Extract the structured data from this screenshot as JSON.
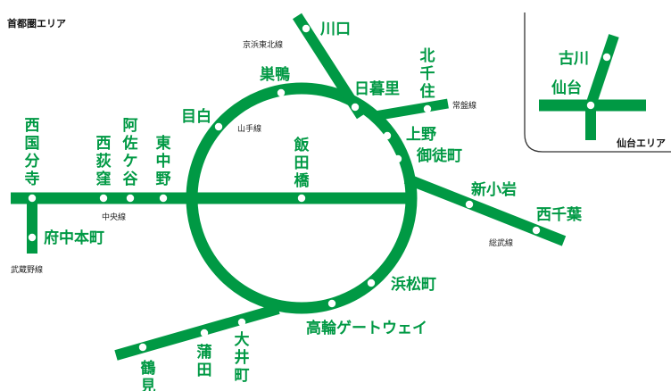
{
  "region_title": "首都圏エリア",
  "inset_title": "仙台エリア",
  "colors": {
    "line": "#009944",
    "label": "#009944",
    "station_fill": "#ffffff",
    "text": "#222222",
    "inset_border": "#333333"
  },
  "lines": [
    {
      "id": "yamanote",
      "name": "山手線"
    },
    {
      "id": "chuo",
      "name": "中央線"
    },
    {
      "id": "keihin",
      "name": "京浜東北線"
    },
    {
      "id": "joban",
      "name": "常盤線"
    },
    {
      "id": "sobu",
      "name": "総武線"
    },
    {
      "id": "musashino",
      "name": "武蔵野線"
    }
  ],
  "stations": [
    {
      "id": "kawaguchi",
      "name": "川口"
    },
    {
      "id": "sugamo",
      "name": "巣鴨"
    },
    {
      "id": "nippori",
      "name": "日暮里"
    },
    {
      "id": "kitasenju",
      "name": "北千住"
    },
    {
      "id": "mejiro",
      "name": "目白"
    },
    {
      "id": "ueno",
      "name": "上野"
    },
    {
      "id": "okachimachi",
      "name": "御徒町"
    },
    {
      "id": "iidabashi",
      "name": "飯田橋"
    },
    {
      "id": "nishikokubunji",
      "name": "西国分寺"
    },
    {
      "id": "nishiogikubo",
      "name": "西荻窪"
    },
    {
      "id": "asagaya",
      "name": "阿佐ケ谷"
    },
    {
      "id": "higashinakano",
      "name": "東中野"
    },
    {
      "id": "shinkoiwa",
      "name": "新小岩"
    },
    {
      "id": "nishichiba",
      "name": "西千葉"
    },
    {
      "id": "fuchuhonmachi",
      "name": "府中本町"
    },
    {
      "id": "hamamatsucho",
      "name": "浜松町"
    },
    {
      "id": "takanawagateway",
      "name": "高輪ゲートウェイ"
    },
    {
      "id": "tsurumi",
      "name": "鶴見"
    },
    {
      "id": "kamata",
      "name": "蒲田"
    },
    {
      "id": "oimachi",
      "name": "大井町"
    },
    {
      "id": "furukawa",
      "name": "古川"
    },
    {
      "id": "sendai",
      "name": "仙台"
    }
  ]
}
